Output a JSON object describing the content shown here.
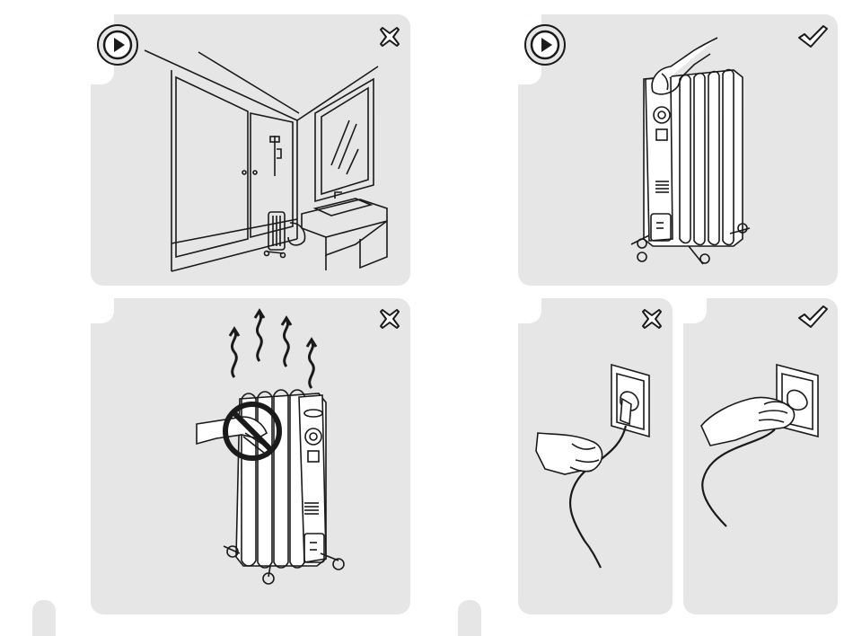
{
  "panels": [
    {
      "id": "bathroom",
      "status": "cross-icon",
      "has_play": true
    },
    {
      "id": "carry",
      "status": "check-icon",
      "has_play": true
    },
    {
      "id": "no-touch-hot",
      "status": "cross-icon",
      "has_play": false
    },
    {
      "id": "pull-cord",
      "status": "cross-icon",
      "has_play": false
    },
    {
      "id": "pull-plug",
      "status": "check-icon",
      "has_play": false
    }
  ],
  "colors": {
    "panel_bg": "#e6e6e6",
    "line": "#1a1a1a",
    "icon_fill": "#ffffff"
  }
}
